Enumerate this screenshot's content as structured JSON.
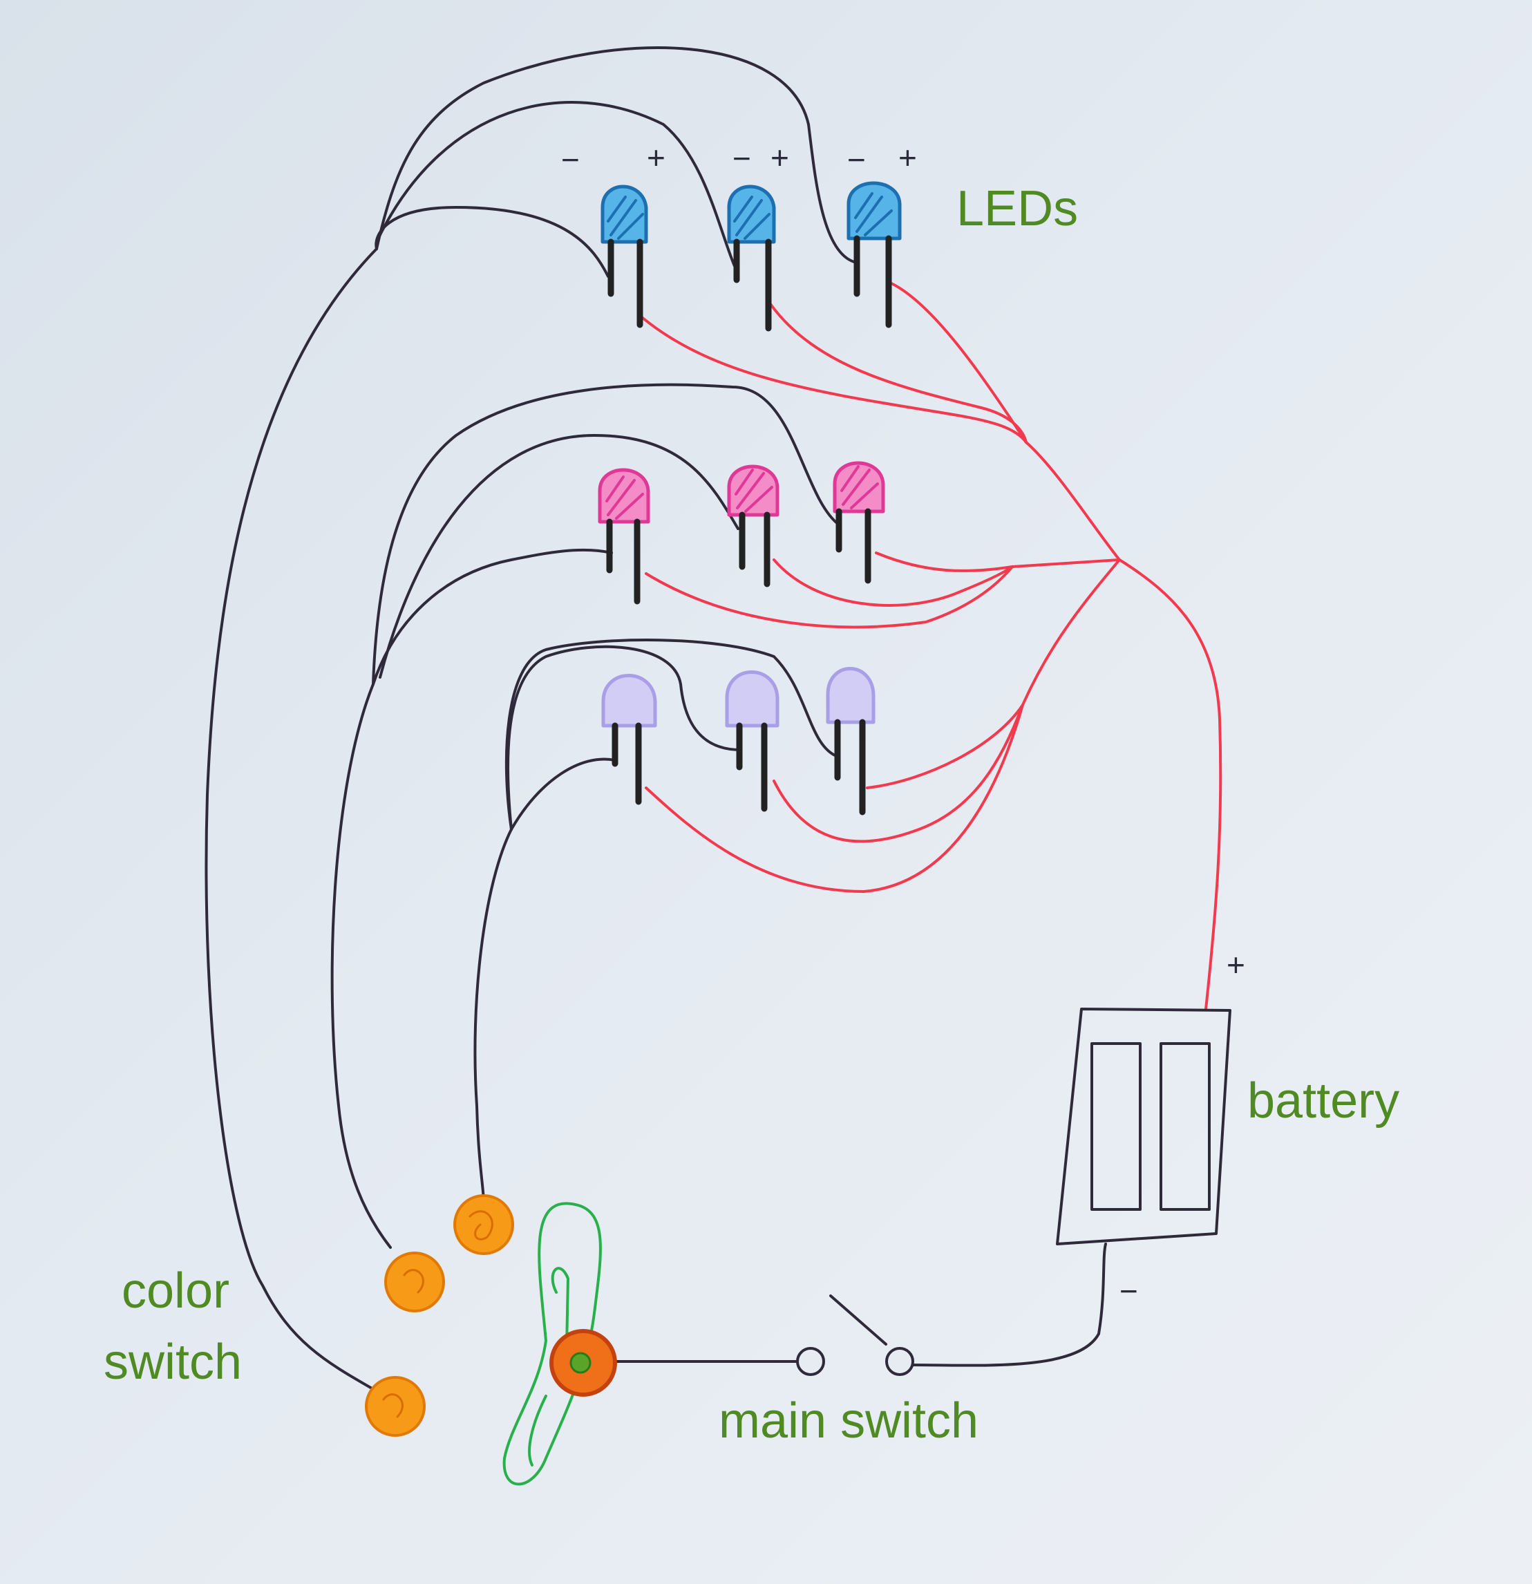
{
  "labels": {
    "leds": "LEDs",
    "battery": "battery",
    "color_switch_line1": "color",
    "color_switch_line2": "switch",
    "main_switch": "main switch"
  },
  "polarity": {
    "minus": "−",
    "plus": "+"
  },
  "colors": {
    "label_green": "#4f8a23",
    "wire_black": "#2e2a3a",
    "wire_red": "#f2394e",
    "led_blue": "#2a9bd9",
    "led_pink": "#ee4fa6",
    "led_lavender": "#b9b2ee",
    "switch_orange": "#f79a17",
    "lever_green": "#28b04a"
  },
  "led_rows": [
    {
      "color": "blue",
      "count": 3
    },
    {
      "color": "pink",
      "count": 3
    },
    {
      "color": "lavender",
      "count": 3
    }
  ]
}
